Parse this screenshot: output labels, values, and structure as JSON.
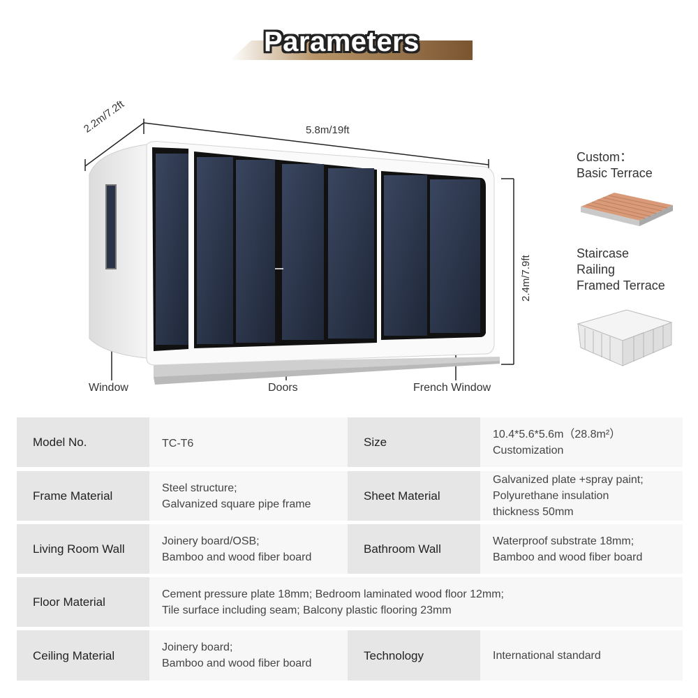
{
  "title": "Parameters",
  "dimensions": {
    "depth": "2.2m/7.2ft",
    "length": "5.8m/19ft",
    "height": "2.4m/7.9ft"
  },
  "callouts": {
    "window": "Window",
    "doors": "Doors",
    "french_window": "French Window"
  },
  "custom": {
    "heading": "Custom：",
    "option1": "Basic Terrace",
    "option2_line1": "Staircase",
    "option2_line2": "Railing",
    "option2_line3": "Framed Terrace"
  },
  "specs": {
    "r1": {
      "k1": "Model No.",
      "v1": "TC-T6",
      "k2": "Size",
      "v2_l1": "10.4*5.6*5.6m（28.8m²）",
      "v2_l2": "Customization"
    },
    "r2": {
      "k1": "Frame Material",
      "v1_l1": "Steel structure;",
      "v1_l2": "Galvanized square pipe frame",
      "k2": "Sheet Material",
      "v2_l1": "Galvanized plate +spray paint;",
      "v2_l2": "Polyurethane insulation",
      "v2_l3": "thickness 50mm"
    },
    "r3": {
      "k1": "Living Room Wall",
      "v1_l1": "Joinery board/OSB;",
      "v1_l2": "Bamboo and wood fiber board",
      "k2": "Bathroom Wall",
      "v2_l1": "Waterproof substrate 18mm;",
      "v2_l2": "Bamboo and wood fiber board"
    },
    "r4": {
      "k1": "Floor Material",
      "v1_l1": "Cement pressure plate 18mm; Bedroom laminated wood floor 12mm;",
      "v1_l2": "Tile surface including seam; Balcony plastic flooring 23mm"
    },
    "r5": {
      "k1": "Ceiling Material",
      "v1_l1": "Joinery board;",
      "v1_l2": "Bamboo and wood fiber board",
      "k2": "Technology",
      "v2": "International standard"
    }
  }
}
